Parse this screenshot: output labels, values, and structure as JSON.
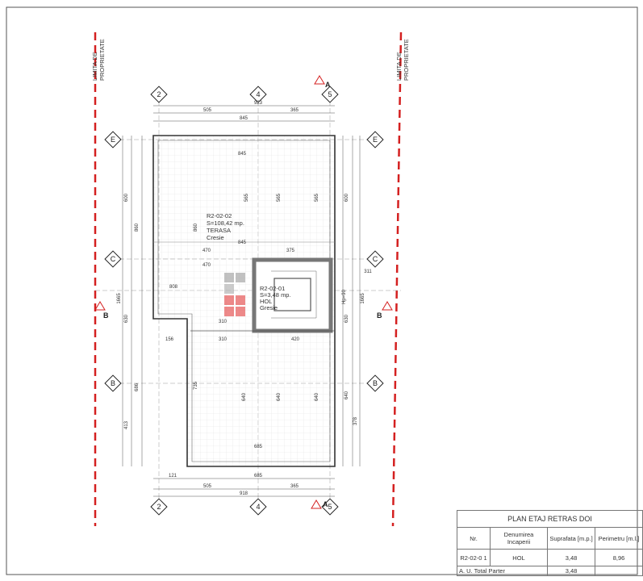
{
  "property_limit": {
    "line1": "LIMITA DE",
    "line2": "PROPRIETATE",
    "color": "#d42020"
  },
  "axes": {
    "columns": [
      "2",
      "4",
      "5"
    ],
    "rows": [
      "E",
      "C",
      "B"
    ]
  },
  "sections": {
    "a": "A",
    "b": "B"
  },
  "rooms": [
    {
      "code": "R2-02-02",
      "area": "S=108,42 mp.",
      "name": "TERASA",
      "finish": "Cresie"
    },
    {
      "code": "R2-02-01",
      "area": "S=3,48 mp.",
      "name": "HOL",
      "finish": "Gresie"
    }
  ],
  "dimensions": {
    "top_total": "923",
    "top_a": "505",
    "top_b": "365",
    "top_inner": "845",
    "bottom_total": "918",
    "bottom_a": "505",
    "bottom_b": "365",
    "bottom_inner": "685",
    "bottom_small": "121",
    "left": [
      "600",
      "860",
      "1665",
      "630",
      "686",
      "413"
    ],
    "right": [
      "600",
      "1665",
      "630",
      "640",
      "378",
      "311"
    ],
    "inner": [
      "845",
      "565",
      "565",
      "565",
      "860",
      "845",
      "470",
      "375",
      "470",
      "808",
      "310",
      "156",
      "310",
      "420",
      "640",
      "640",
      "640",
      "685",
      "735",
      "Hp=90"
    ]
  },
  "table": {
    "title": "PLAN ETAJ RETRAS DOI",
    "headers": [
      "Nr.",
      "Denumirea Incaperii",
      "Suprafata [m.p.]",
      "Perimetru [m.l.]"
    ],
    "rows": [
      {
        "nr": "R2-02-0 1",
        "name": "HOL",
        "area": "3,48",
        "perimeter": "8,96"
      }
    ],
    "total_label": "A. U. Total Parter",
    "total_area": "3,48"
  }
}
